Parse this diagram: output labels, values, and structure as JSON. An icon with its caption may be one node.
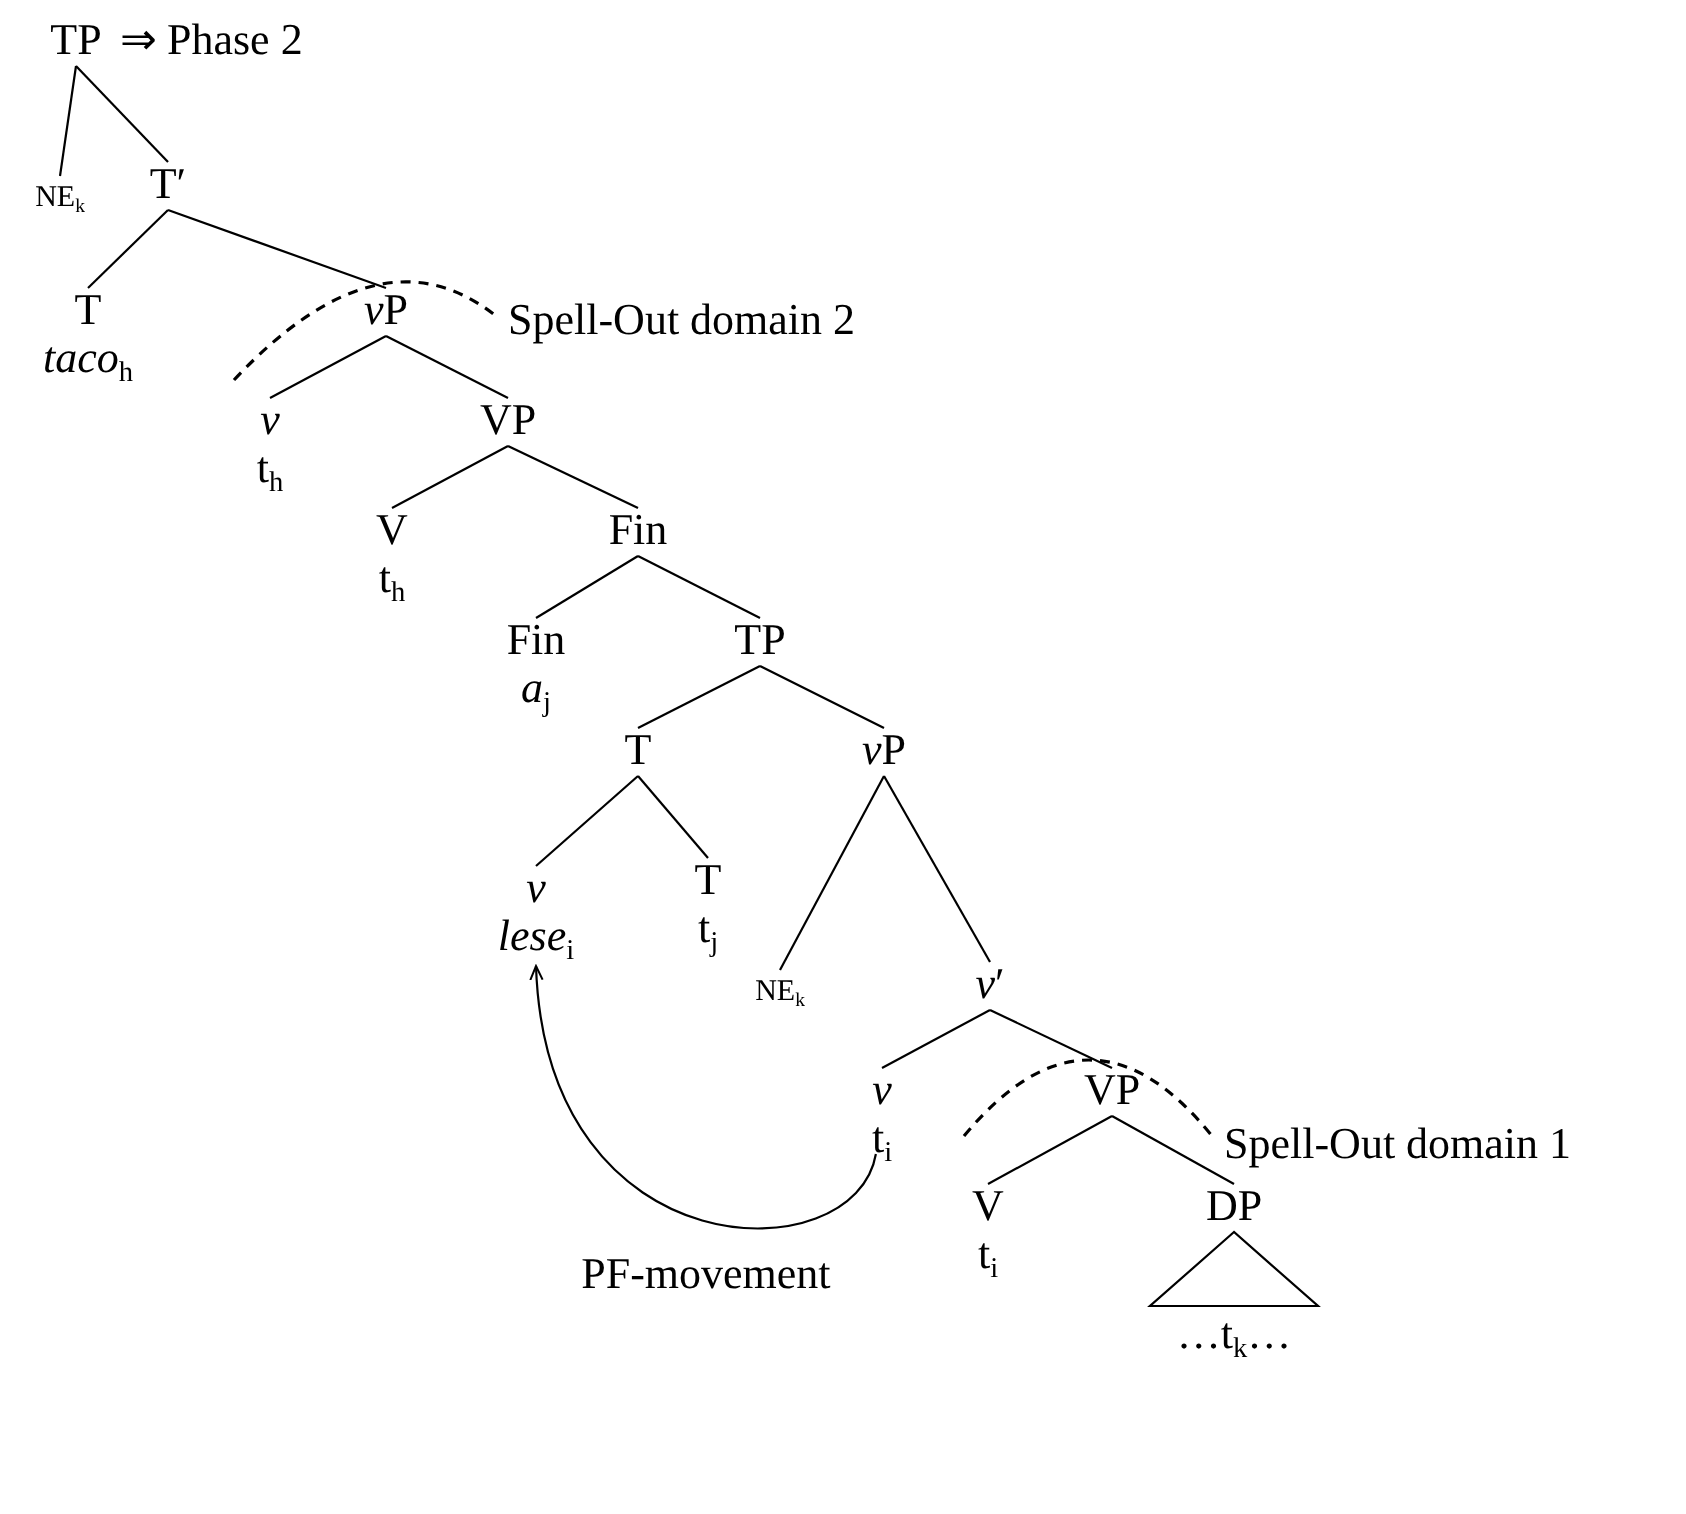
{
  "diagram": {
    "nodes": [
      {
        "text": [
          "TP"
        ],
        "beside": [
          "⇒ Phase 2"
        ]
      },
      {
        "text": [
          "NE$_{k}$"
        ]
      },
      {
        "text": [
          "T′"
        ]
      },
      {
        "text": [
          "T",
          "*taco*$_{h}$"
        ]
      },
      {
        "text": [
          "vP"
        ]
      },
      {
        "text": [
          "*v*",
          "t$_{h}$"
        ]
      },
      {
        "text": [
          "VP"
        ]
      },
      {
        "text": [
          "V",
          "t$_{h}$"
        ]
      },
      {
        "text": [
          "Fin"
        ]
      },
      {
        "text": [
          "Fin",
          "*a*$_{j}$"
        ]
      },
      {
        "text": [
          "TP"
        ]
      },
      {
        "text": [
          "T"
        ]
      },
      {
        "text": [
          "vP"
        ]
      },
      {
        "text": [
          "*v*",
          "*lese*$_{i}$"
        ]
      },
      {
        "text": [
          "T",
          "t$_{j}$"
        ]
      },
      {
        "text": [
          "NE$_{k}$"
        ]
      },
      {
        "text": [
          "*v*′"
        ]
      },
      {
        "text": [
          "*v*",
          "t$_{i}$"
        ]
      },
      {
        "text": [
          "VP"
        ]
      },
      {
        "text": [
          "V",
          "t$_{i}$"
        ]
      },
      {
        "text": [
          "DP"
        ]
      },
      {
        "text": [
          "…t$_{k}$…"
        ]
      }
    ],
    "edges": [
      {
        "from": 0,
        "to": 1,
        "arrow": "none"
      },
      {
        "from": 0,
        "to": 2,
        "arrow": "none"
      },
      {
        "from": 2,
        "to": 3,
        "arrow": "none"
      },
      {
        "from": 2,
        "to": 4,
        "arrow": "none"
      },
      {
        "from": 4,
        "to": 5,
        "arrow": "none"
      },
      {
        "from": 4,
        "to": 6,
        "arrow": "none"
      },
      {
        "from": 6,
        "to": 7,
        "arrow": "none"
      },
      {
        "from": 6,
        "to": 8,
        "arrow": "none"
      },
      {
        "from": 8,
        "to": 9,
        "arrow": "none"
      },
      {
        "from": 8,
        "to": 10,
        "arrow": "none"
      },
      {
        "from": 10,
        "to": 11,
        "arrow": "none"
      },
      {
        "from": 10,
        "to": 12,
        "arrow": "none"
      },
      {
        "from": 11,
        "to": 13,
        "arrow": "none"
      },
      {
        "from": 11,
        "to": 14,
        "arrow": "none"
      },
      {
        "from": 12,
        "to": 15,
        "arrow": "none"
      },
      {
        "from": 12,
        "to": 16,
        "arrow": "none"
      },
      {
        "from": 16,
        "to": 17,
        "arrow": "none"
      },
      {
        "from": 16,
        "to": 18,
        "arrow": "none"
      },
      {
        "from": 18,
        "to": 19,
        "arrow": "none"
      },
      {
        "from": 18,
        "to": 20,
        "arrow": "none"
      },
      {
        "from": 20,
        "to": 21,
        "arrow": "none"
      },
      {
        "from": 17,
        "to": 13,
        "arrow": "to",
        "label": "PF-movement"
      }
    ],
    "labels": [
      "Spell-Out domain 2",
      "Spell-Out domain 1"
    ]
  }
}
